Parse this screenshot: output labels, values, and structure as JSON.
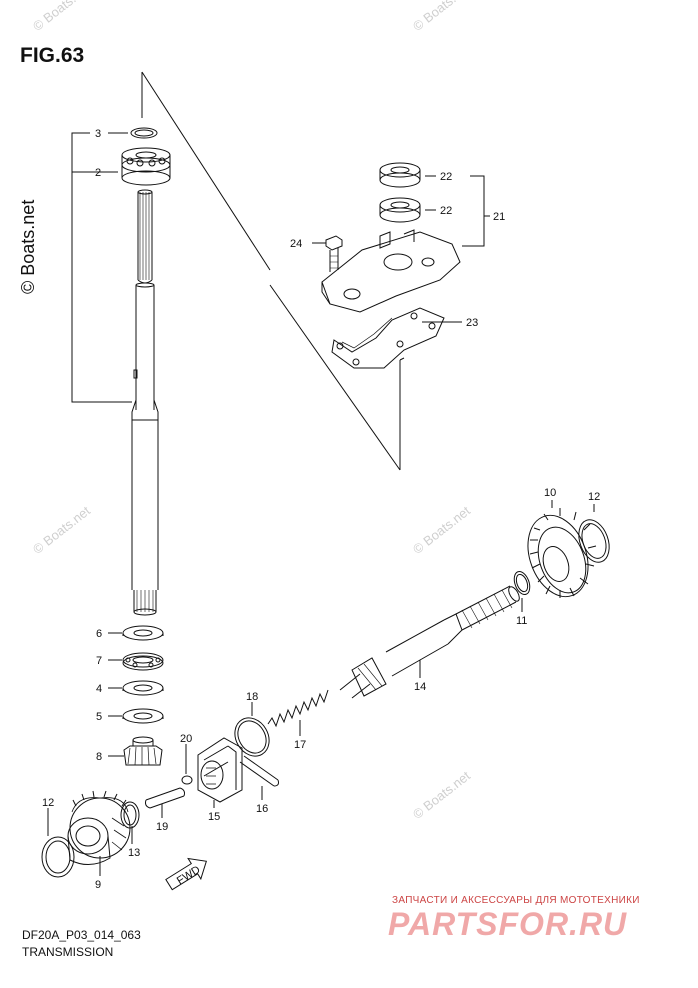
{
  "figure": {
    "title": "FIG.63"
  },
  "footer": {
    "code": "DF20A_P03_014_063",
    "name": "TRANSMISSION"
  },
  "watermarks": {
    "small": "© Boats.net",
    "big": "© Boats.net"
  },
  "promo": {
    "tagline": "ЗАПЧАСТИ И АКСЕССУАРЫ ДЛЯ МОТОТЕХНИКИ",
    "brand": "PARTSFOR.RU"
  },
  "fwd_label": "FWD",
  "callouts": {
    "c3": "3",
    "c2": "2",
    "c22a": "22",
    "c22b": "22",
    "c21": "21",
    "c24": "24",
    "c23": "23",
    "c10": "10",
    "c12a": "12",
    "c11": "11",
    "c14": "14",
    "c18": "18",
    "c17": "17",
    "c20": "20",
    "c6": "6",
    "c7": "7",
    "c4": "4",
    "c5": "5",
    "c8": "8",
    "c15": "15",
    "c16": "16",
    "c19": "19",
    "c12b": "12",
    "c13": "13",
    "c9": "9"
  }
}
